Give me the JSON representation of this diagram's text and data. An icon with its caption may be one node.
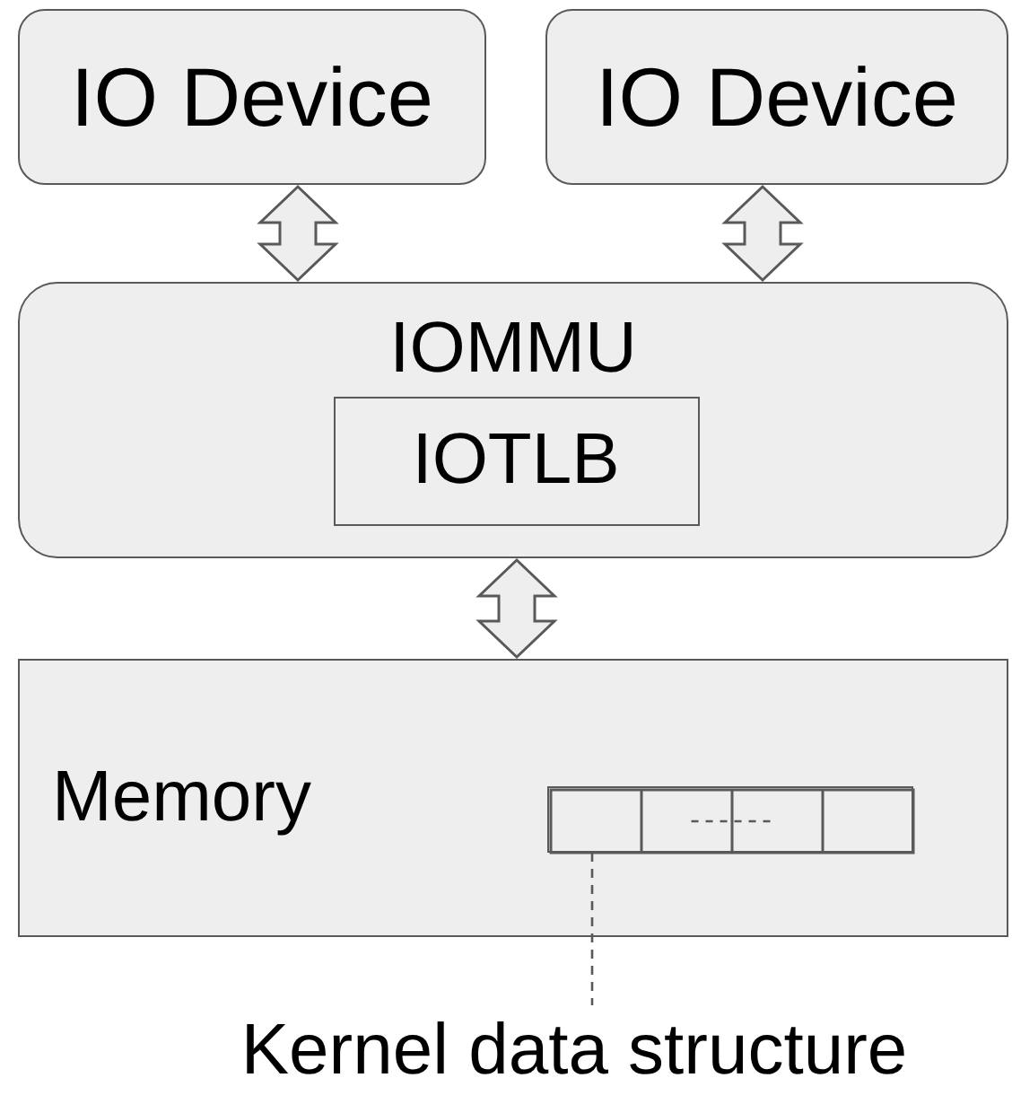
{
  "diagram": {
    "nodes": [
      {
        "text": [
          "IO Device"
        ]
      },
      {
        "text": [
          "IO Device"
        ]
      },
      {
        "text": [
          "IOMMU"
        ]
      },
      {
        "text": [
          "IOTLB"
        ],
        "in": 2
      },
      {
        "text": [
          "Memory"
        ]
      },
      {
        "text": [],
        "shape": "box",
        "in": 4
      },
      {
        "text": [
          "Kernel data structure"
        ]
      }
    ],
    "edges": [
      {
        "from": 0,
        "to": 2,
        "arrow": "both"
      },
      {
        "from": 1,
        "to": 2,
        "arrow": "both"
      },
      {
        "from": 2,
        "to": 4,
        "arrow": "both"
      },
      {
        "from": 6,
        "to": 5,
        "arrow": "none",
        "style": "dashed"
      }
    ]
  }
}
